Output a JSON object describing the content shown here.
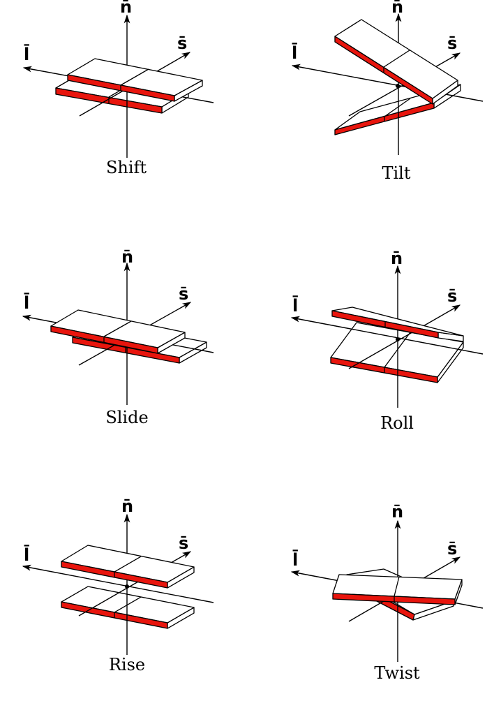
{
  "axis_labels": {
    "n": "n̄",
    "l": "l̄",
    "s": "s̄"
  },
  "panels": [
    {
      "caption": "Shift"
    },
    {
      "caption": "Tilt"
    },
    {
      "caption": "Slide"
    },
    {
      "caption": "Roll"
    },
    {
      "caption": "Rise"
    },
    {
      "caption": "Twist"
    }
  ],
  "colors": {
    "strand_edge": "#e8150d",
    "outline": "#000000",
    "face": "#ffffff"
  }
}
